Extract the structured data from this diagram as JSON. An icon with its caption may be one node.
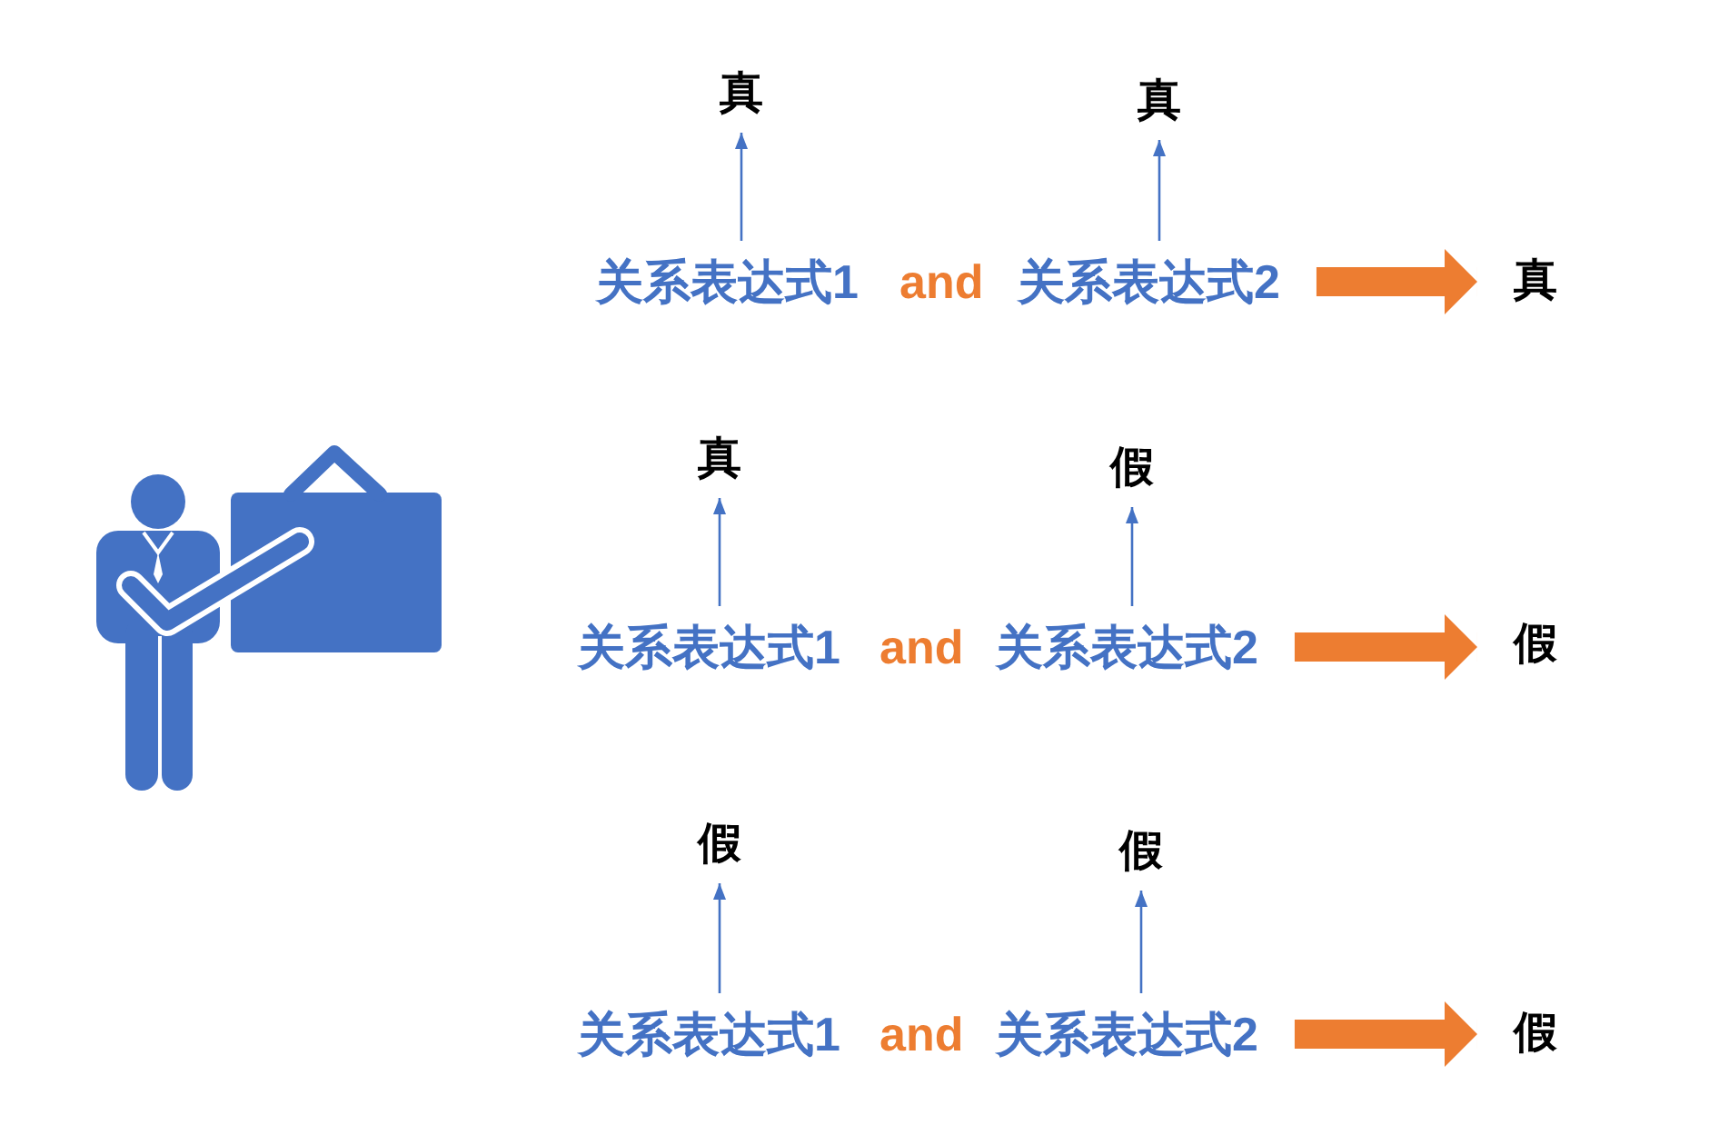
{
  "diagram": {
    "nodes": [
      {
        "text": [
          "真"
        ]
      },
      {
        "text": [
          "真"
        ]
      },
      {
        "text": [
          "关系表达式1"
        ]
      },
      {
        "text": [
          "关系表达式2"
        ]
      },
      {
        "text": [
          "真"
        ]
      },
      {
        "text": [
          "真"
        ]
      },
      {
        "text": [
          "假"
        ]
      },
      {
        "text": [
          "关系表达式1"
        ]
      },
      {
        "text": [
          "关系表达式2"
        ]
      },
      {
        "text": [
          "假"
        ]
      },
      {
        "text": [
          "假"
        ]
      },
      {
        "text": [
          "假"
        ]
      },
      {
        "text": [
          "关系表达式1"
        ]
      },
      {
        "text": [
          "关系表达式2"
        ]
      },
      {
        "text": [
          "假"
        ]
      }
    ],
    "edges": [
      {
        "from": 2,
        "to": 0,
        "arrow": "to"
      },
      {
        "from": 3,
        "to": 1,
        "arrow": "to"
      },
      {
        "from": 3,
        "to": 4,
        "arrow": "to",
        "style": "thick",
        "color": "#ed7d31"
      },
      {
        "from": 7,
        "to": 5,
        "arrow": "to"
      },
      {
        "from": 8,
        "to": 6,
        "arrow": "to"
      },
      {
        "from": 8,
        "to": 9,
        "arrow": "to",
        "style": "thick",
        "color": "#ed7d31"
      },
      {
        "from": 12,
        "to": 10,
        "arrow": "to"
      },
      {
        "from": 13,
        "to": 11,
        "arrow": "to"
      },
      {
        "from": 13,
        "to": 14,
        "arrow": "to",
        "style": "thick",
        "color": "#ed7d31"
      }
    ],
    "labels": [
      "and",
      "and",
      "and"
    ]
  }
}
